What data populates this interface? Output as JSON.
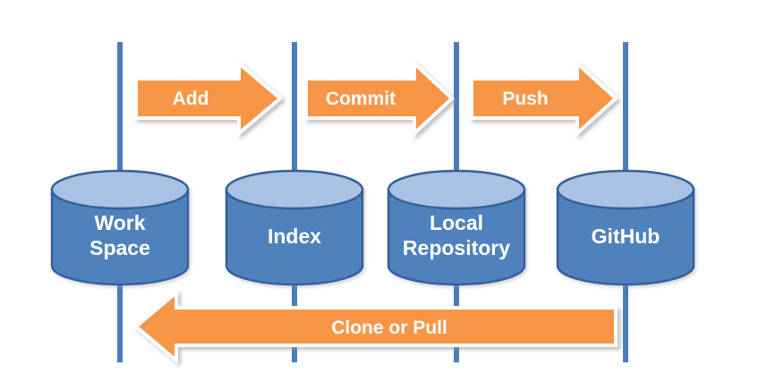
{
  "diagram": {
    "type": "flow-diagram",
    "subject": "git-workflow",
    "nodes": [
      {
        "id": "work-space",
        "shape": "cylinder",
        "line1": "Work",
        "line2": "Space"
      },
      {
        "id": "index",
        "shape": "cylinder",
        "line1": "Index"
      },
      {
        "id": "local-repository",
        "shape": "cylinder",
        "line1": "Local",
        "line2": "Repository"
      },
      {
        "id": "github",
        "shape": "cylinder",
        "line1": "GitHub"
      }
    ],
    "arrows": [
      {
        "id": "add",
        "label": "Add",
        "direction": "right",
        "from": "work-space",
        "to": "index"
      },
      {
        "id": "commit",
        "label": "Commit",
        "direction": "right",
        "from": "index",
        "to": "local-repository"
      },
      {
        "id": "push",
        "label": "Push",
        "direction": "right",
        "from": "local-repository",
        "to": "github"
      },
      {
        "id": "clone-or-pull",
        "label": "Clone or Pull",
        "direction": "left",
        "from": "github",
        "to": "work-space"
      }
    ]
  },
  "colors": {
    "node-fill": "#4F81BD",
    "node-top-fill": "#A9C2E3",
    "node-border": "#34609C",
    "lifeline": "#4A7CBA",
    "arrow-fill": "#F79646",
    "arrow-outline": "#FFFFFF",
    "label-text": "#FFFFFF"
  }
}
